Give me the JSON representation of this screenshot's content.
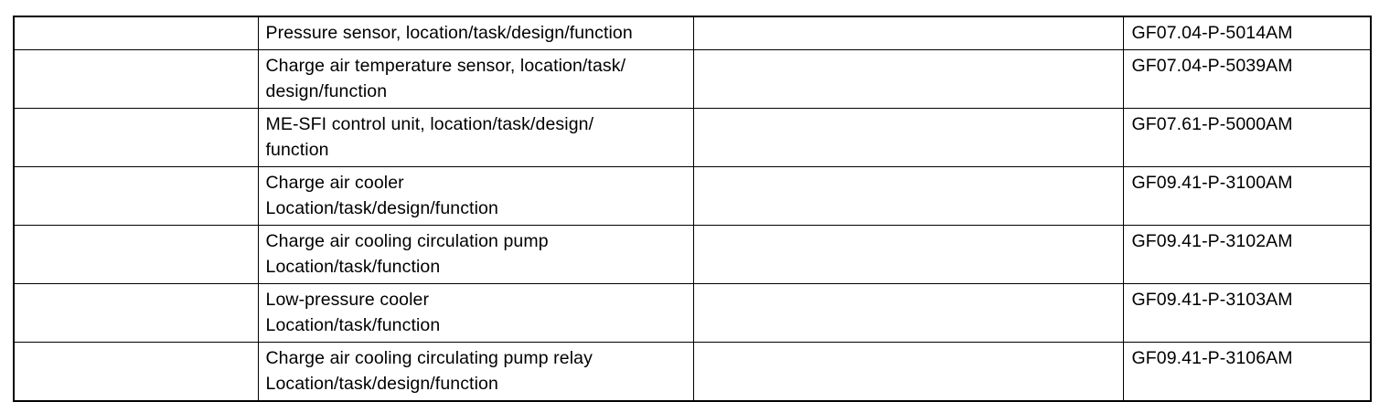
{
  "document": {
    "type": "reference-table",
    "title": "Component function / document number listing",
    "columns": [
      {
        "key": "index",
        "label": "",
        "content": "empty"
      },
      {
        "key": "description",
        "label": "",
        "content": "component-description"
      },
      {
        "key": "spacer",
        "label": "",
        "content": "empty"
      },
      {
        "key": "docno",
        "label": "",
        "content": "document-number"
      }
    ],
    "rows": [
      {
        "index": "",
        "description": "Pressure sensor, location/task/design/function",
        "spacer": "",
        "docno": "GF07.04-P-5014AM",
        "heavy_bottom": true
      },
      {
        "index": "",
        "description": "Charge air temperature sensor, location/task/\ndesign/function",
        "spacer": "",
        "docno": "GF07.04-P-5039AM",
        "heavy_bottom": false
      },
      {
        "index": "",
        "description": "ME-SFI control unit, location/task/design/\nfunction",
        "spacer": "",
        "docno": "GF07.61-P-5000AM",
        "heavy_bottom": false
      },
      {
        "index": "",
        "description": "Charge air cooler\nLocation/task/design/function",
        "spacer": "",
        "docno": "GF09.41-P-3100AM",
        "heavy_bottom": true
      },
      {
        "index": "",
        "description": "Charge air cooling circulation pump\nLocation/task/function",
        "spacer": "",
        "docno": "GF09.41-P-3102AM",
        "heavy_bottom": false
      },
      {
        "index": "",
        "description": "Low-pressure cooler\nLocation/task/function",
        "spacer": "",
        "docno": "GF09.41-P-3103AM",
        "heavy_bottom": false
      },
      {
        "index": "",
        "description": "Charge air cooling circulating pump relay\nLocation/task/design/function",
        "spacer": "",
        "docno": "GF09.41-P-3106AM",
        "heavy_bottom": false
      }
    ],
    "colors": {
      "text": "#000000",
      "border": "#000000",
      "background": "#ffffff"
    }
  }
}
